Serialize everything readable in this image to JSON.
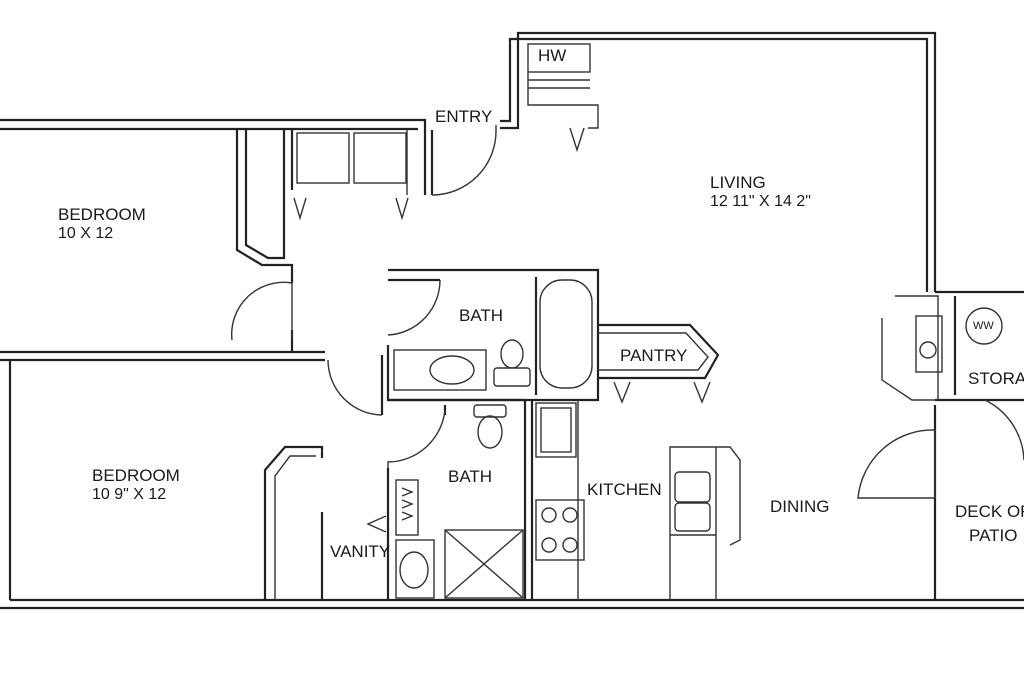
{
  "rooms": {
    "bedroom1": {
      "name": "BEDROOM",
      "size": "10 X 12"
    },
    "bedroom2": {
      "name": "BEDROOM",
      "size": "10 9\" X 12"
    },
    "living": {
      "name": "LIVING",
      "size": "12 11\" X 14 2\""
    },
    "entry": "ENTRY",
    "hw": "HW",
    "bath1": "BATH",
    "bath2": "BATH",
    "pantry": "PANTRY",
    "kitchen": "KITCHEN",
    "dining": "DINING",
    "vanity": "VANITY",
    "storage": "STORA",
    "deck_line1": "DECK OF",
    "deck_line2": "PATIO",
    "ww": "WW"
  }
}
